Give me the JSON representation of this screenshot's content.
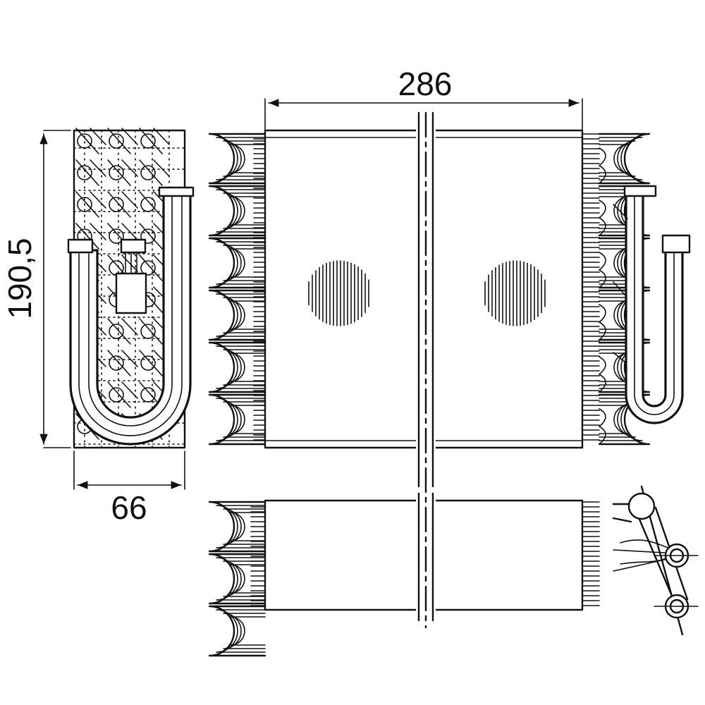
{
  "dimensions": {
    "width": "286",
    "height": "190,5",
    "depth": "66"
  }
}
